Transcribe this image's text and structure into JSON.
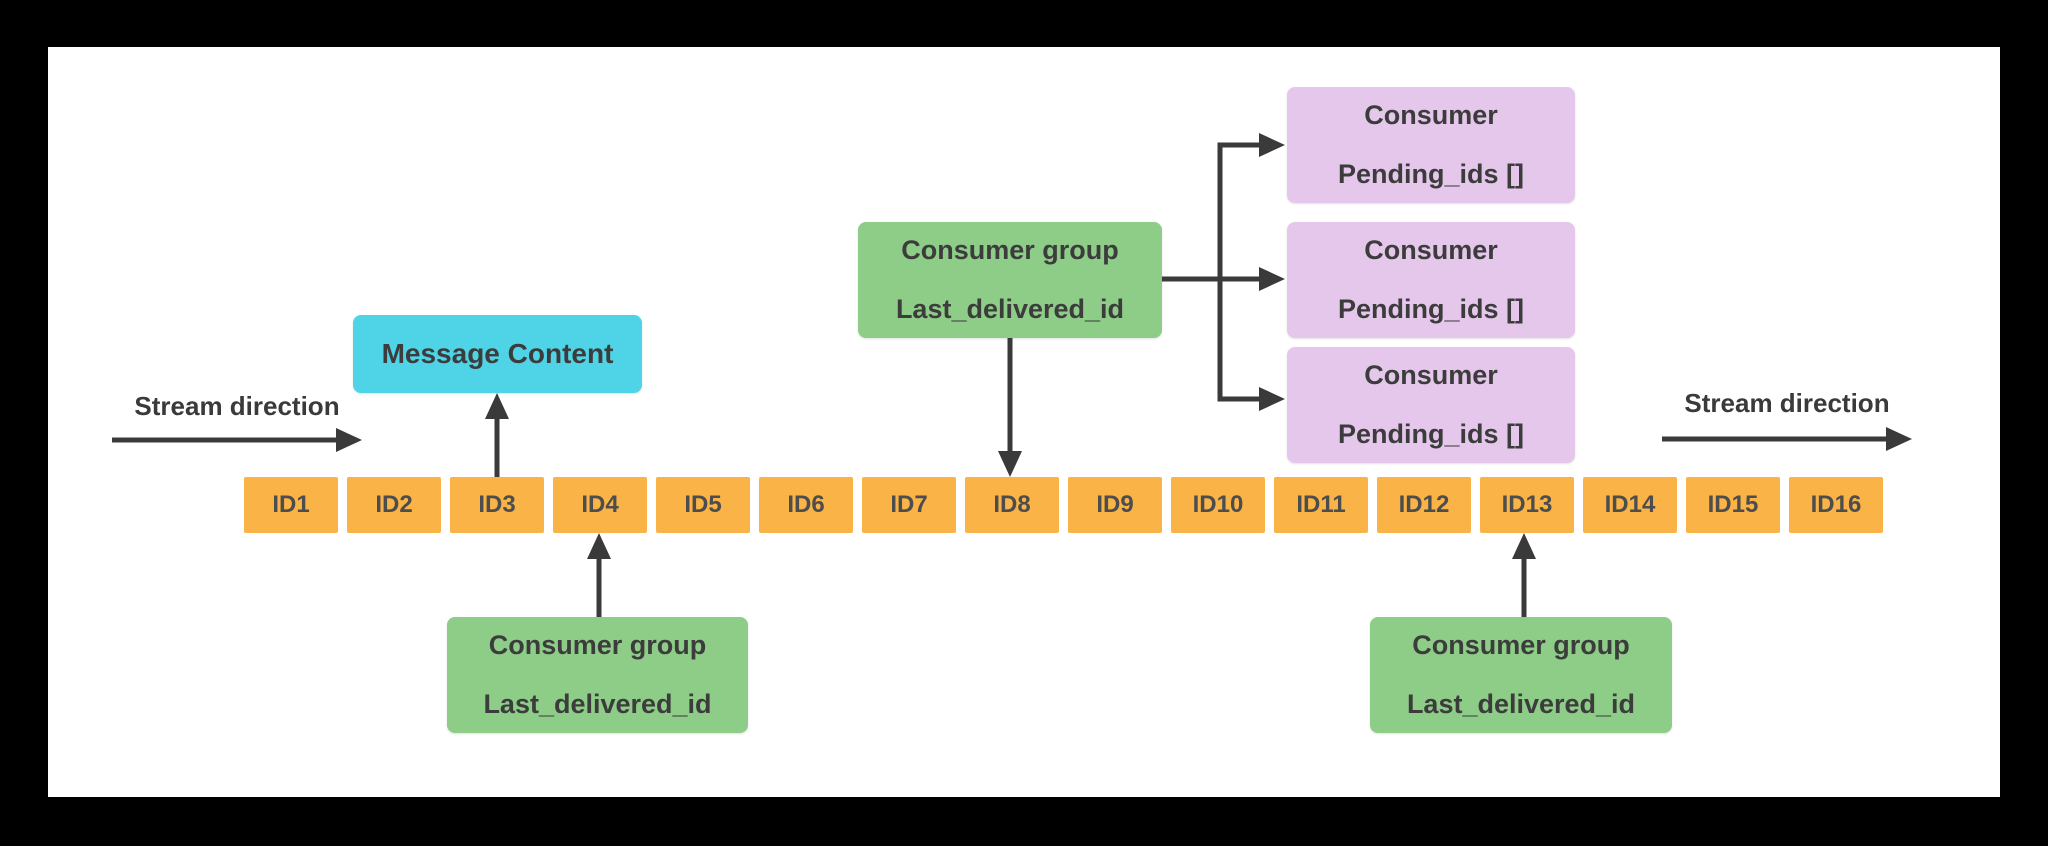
{
  "labels": {
    "stream_direction_left": "Stream direction",
    "stream_direction_right": "Stream direction"
  },
  "message_box": {
    "label": "Message Content"
  },
  "stream": {
    "ids": [
      "ID1",
      "ID2",
      "ID3",
      "ID4",
      "ID5",
      "ID6",
      "ID7",
      "ID8",
      "ID9",
      "ID10",
      "ID11",
      "ID12",
      "ID13",
      "ID14",
      "ID15",
      "ID16"
    ]
  },
  "consumer_groups": {
    "top": {
      "title": "Consumer group",
      "subtitle": "Last_delivered_id"
    },
    "bottom_left": {
      "title": "Consumer group",
      "subtitle": "Last_delivered_id"
    },
    "bottom_right": {
      "title": "Consumer group",
      "subtitle": "Last_delivered_id"
    }
  },
  "consumers": [
    {
      "title": "Consumer",
      "subtitle": "Pending_ids []"
    },
    {
      "title": "Consumer",
      "subtitle": "Pending_ids []"
    },
    {
      "title": "Consumer",
      "subtitle": "Pending_ids []"
    }
  ],
  "connections": [
    {
      "from": "ID3",
      "to": "Message Content",
      "direction": "up"
    },
    {
      "from": "Consumer group (top)",
      "to": "ID8",
      "direction": "down"
    },
    {
      "from": "Consumer group (bottom-left)",
      "to": "ID4",
      "direction": "up"
    },
    {
      "from": "Consumer group (bottom-right)",
      "to": "ID13",
      "direction": "up"
    },
    {
      "from": "Consumer group (top)",
      "to": "Consumer 1",
      "direction": "right"
    },
    {
      "from": "Consumer group (top)",
      "to": "Consumer 2",
      "direction": "right"
    },
    {
      "from": "Consumer group (top)",
      "to": "Consumer 3",
      "direction": "right"
    }
  ],
  "colors": {
    "background": "#000000",
    "canvas": "#ffffff",
    "stream_id_box": "#f9b346",
    "consumer_group_box": "#8dcd87",
    "consumer_box": "#e5c7ec",
    "message_box": "#4ed4e6",
    "arrow": "#3a3a3a",
    "text": "#3c3c3c"
  }
}
